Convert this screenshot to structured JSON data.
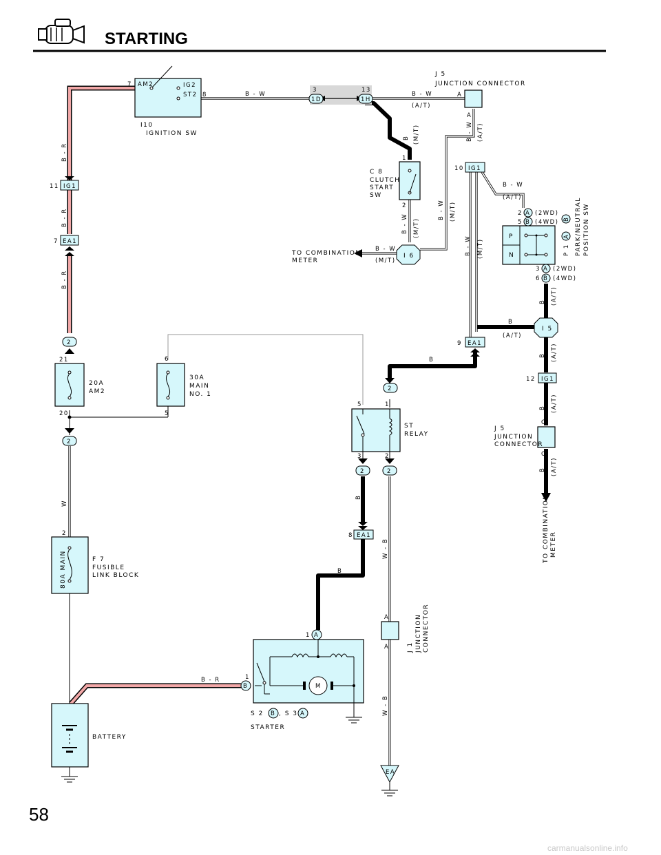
{
  "header": {
    "title": "STARTING",
    "page_number": "58",
    "watermark": "carmanualsonline.info",
    "icon": "starter-motor-icon"
  },
  "components": {
    "ignition_sw": {
      "code": "I10",
      "name": "IGNITION SW",
      "am2": "AM2",
      "ig2": "IG2",
      "st2": "ST2",
      "pin7": "7",
      "pin8": "8"
    },
    "j5_top": {
      "code": "J 5",
      "name": "JUNCTION CONNECTOR",
      "pinA1": "A",
      "pinA2": "A"
    },
    "clutch_sw": {
      "code": "C 8",
      "l1": "CLUTCH",
      "l2": "START",
      "l3": "SW",
      "pin1": "1",
      "pin2": "2"
    },
    "park_sw": {
      "code": "P 1",
      "codeA": "A",
      "codeB": "B",
      "l1": "PARK/NEUTRAL",
      "l2": "POSITION SW",
      "p": "P",
      "n": "N",
      "pin2": "2",
      "pin5": "5",
      "pin3": "3",
      "pin6": "6",
      "a": "A",
      "b": "B",
      "wd2": "(2WD)",
      "wd4": "(4WD)"
    },
    "fuse_am2": {
      "l1": "20A",
      "l2": "AM2",
      "pin21": "21",
      "pin20": "20"
    },
    "fuse_main": {
      "l1": "30A",
      "l2": "MAIN",
      "l3": "NO. 1",
      "pin6": "6",
      "pin5": "5"
    },
    "st_relay": {
      "l1": "ST",
      "l2": "RELAY",
      "pin5": "5",
      "pin1": "1",
      "pin3": "3",
      "pin2": "2"
    },
    "fusible": {
      "code": "F 7",
      "l1": "FUSIBLE",
      "l2": "LINK BLOCK",
      "rating": "80A MAIN",
      "pin2": "2"
    },
    "battery": {
      "name": "BATTERY"
    },
    "starter": {
      "code1": "S 2",
      "b": "B",
      "sep": ", S 3",
      "a": "A",
      "name": "STARTER",
      "pin1a": "1",
      "pin1b": "1",
      "motor": "M"
    },
    "j1": {
      "code": "J 1",
      "l1": "JUNCTION",
      "l2": "CONNECTOR",
      "a1": "A",
      "a2": "A"
    },
    "j5_right": {
      "code": "J 5",
      "l1": "JUNCTION",
      "l2": "CONNECTOR",
      "c1": "C",
      "c2": "C"
    },
    "to_meter_left": {
      "l1": "TO COMBINATION",
      "l2": "METER"
    },
    "to_meter_bottom": {
      "l1": "TO COMBINATION",
      "l2": "METER"
    }
  },
  "connectors": {
    "ig1_left": "IG1",
    "ig1_left_pin": "11",
    "ea1_left": "EA1",
    "ea1_left_pin": "7",
    "c1d": "1D",
    "c1d_pin": "3",
    "c1h": "1H",
    "c1h_pin": "13",
    "ig1_mid": "IG1",
    "ig1_mid_pin": "10",
    "i6": "I 6",
    "i5": "I 5",
    "ea1_mid": "EA1",
    "ea1_mid_pin": "9",
    "ig1_right": "IG1",
    "ig1_right_pin": "12",
    "ea1_bot": "EA1",
    "ea1_bot_pin": "8",
    "c2": "2",
    "ea_ground": "EA"
  },
  "wires": {
    "br": "B - R",
    "bw": "B - W",
    "b": "B",
    "w": "W",
    "wb": "W - B",
    "at": "(A/T)",
    "mt": "(M/T)"
  }
}
